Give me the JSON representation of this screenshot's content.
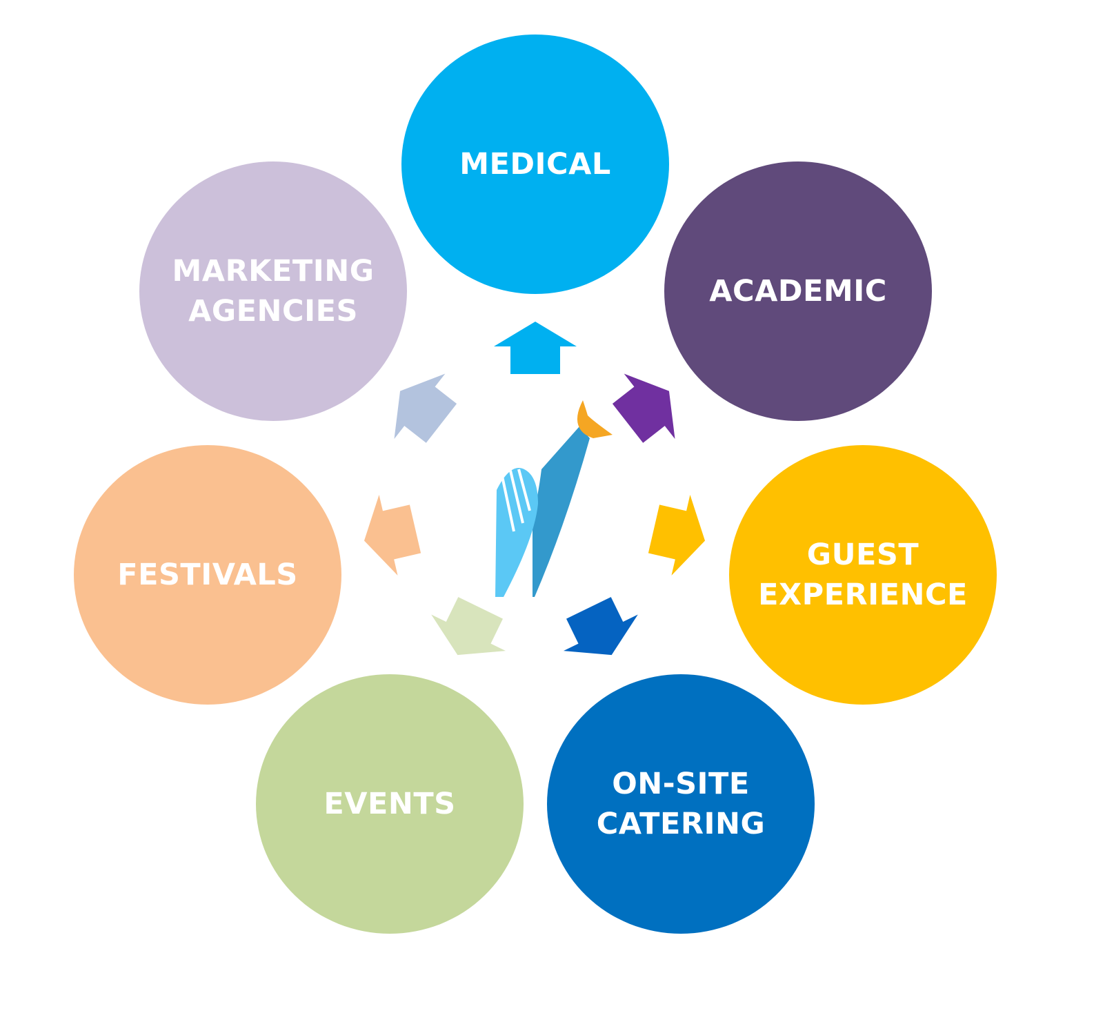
{
  "segments": [
    {
      "id": "medical",
      "label": "MEDICAL",
      "color": "#00B0F0",
      "arrow_color": "#00B0F0"
    },
    {
      "id": "academic",
      "label": "ACADEMIC",
      "color": "#604A7B",
      "arrow_color": "#7030A0"
    },
    {
      "id": "guest-experience",
      "label": "GUEST\nEXPERIENCE",
      "color": "#FFC000",
      "arrow_color": "#FFC000"
    },
    {
      "id": "on-site-catering",
      "label": "ON-SITE\nCATERING",
      "color": "#0070C0",
      "arrow_color": "#0563C1"
    },
    {
      "id": "events",
      "label": "EVENTS",
      "color": "#C4D79B",
      "arrow_color": "#D8E4BC"
    },
    {
      "id": "festivals",
      "label": "FESTIVALS",
      "color": "#FAC090",
      "arrow_color": "#FAC090"
    },
    {
      "id": "marketing-agencies",
      "label": "MARKETING\nAGENCIES",
      "color": "#CCC0DA",
      "arrow_color": "#B3C3DE"
    }
  ],
  "logo": {
    "colors": {
      "light_blue": "#5BC8F5",
      "mid_blue": "#3399CC",
      "orange": "#F5A623"
    }
  }
}
